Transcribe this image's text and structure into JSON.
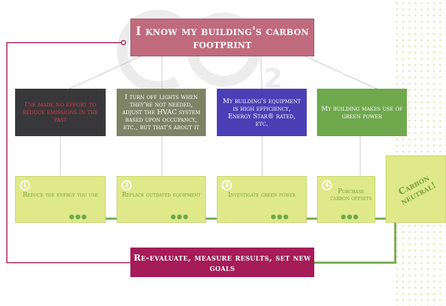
{
  "title": "I know my building's carbon footprint",
  "watermark": "CO2",
  "states": [
    {
      "text": "I've made no effort to reduce emissions in the past",
      "color": "#38383a"
    },
    {
      "text": "I turn off lights when they're not needed, adjust the HVAC system based upon occupancy, etc., but that's about it",
      "color": "#7f8366"
    },
    {
      "text": "My building's equipment is high efficiency, Energy Star® rated, etc.",
      "color": "#4a3fb5"
    },
    {
      "text": "My building makes use of green power",
      "color": "#6fa84d"
    }
  ],
  "steps": [
    {
      "number": "1",
      "label": "Reduce the energy you use"
    },
    {
      "number": "2",
      "label": "Replace outdated equipment"
    },
    {
      "number": "3",
      "label": "Investigate green power"
    },
    {
      "number": "4",
      "label": "Purchase carbon offsets"
    }
  ],
  "outcome": "Carbon neutral!",
  "loop_back": "Re-evaluate, measure results, set new goals",
  "colors": {
    "title": "#c06a7d",
    "step_fill": "#dfe98a",
    "step_text": "#76a534",
    "connector": "#6fa84d",
    "loop": "#a51c58"
  }
}
